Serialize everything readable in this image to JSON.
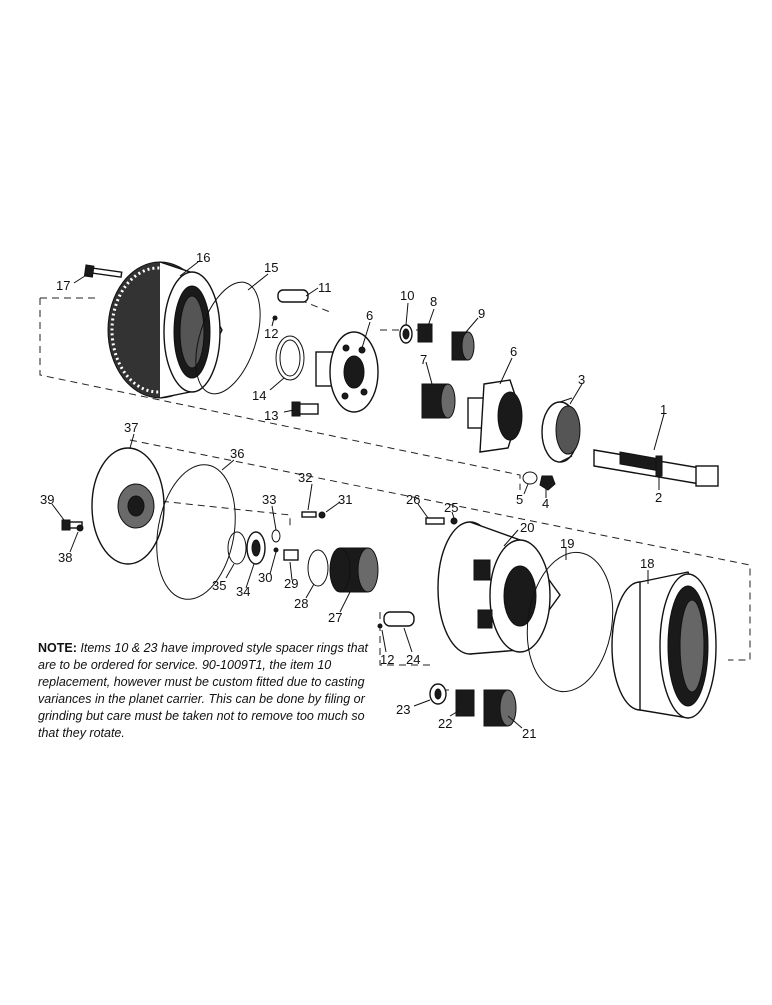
{
  "note": {
    "label": "NOTE:",
    "text": "Items 10 & 23 have improved style spacer rings that are to be ordered for service. 90-1009T1, the item 10 replacement, however must be custom fitted due to casting variances in the planet carrier. This can be done by filing or grinding but care must be taken not to remove too much so that they rotate."
  },
  "callouts": {
    "c1": "1",
    "c2": "2",
    "c3": "3",
    "c4": "4",
    "c5": "5",
    "c6a": "6",
    "c6b": "6",
    "c7": "7",
    "c8": "8",
    "c9": "9",
    "c10": "10",
    "c11": "11",
    "c12a": "12",
    "c12b": "12",
    "c13": "13",
    "c14": "14",
    "c15": "15",
    "c16": "16",
    "c17": "17",
    "c18": "18",
    "c19": "19",
    "c20": "20",
    "c21": "21",
    "c22": "22",
    "c23": "23",
    "c24": "24",
    "c25": "25",
    "c26": "26",
    "c27": "27",
    "c28": "28",
    "c29": "29",
    "c30": "30",
    "c31": "31",
    "c32": "32",
    "c33": "33",
    "c34": "34",
    "c35": "35",
    "c36": "36",
    "c37": "37",
    "c38": "38",
    "c39": "39"
  }
}
